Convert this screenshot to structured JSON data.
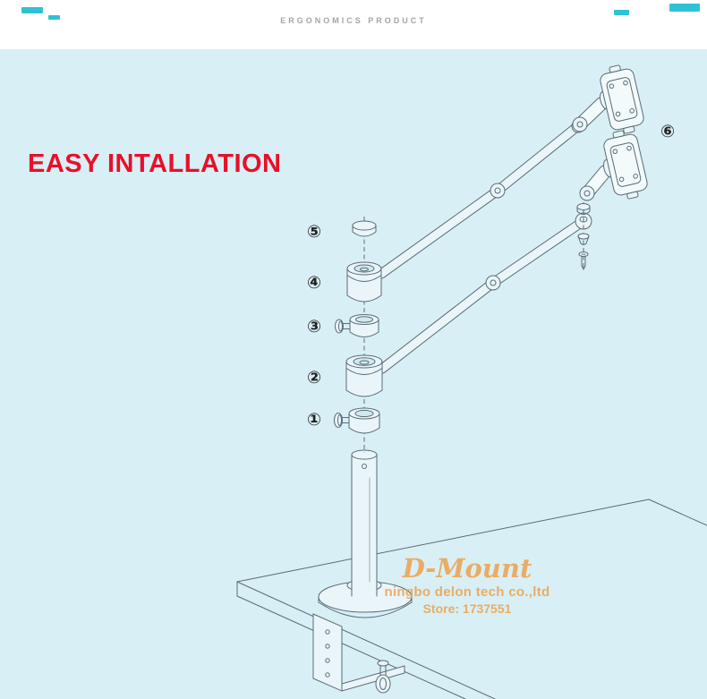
{
  "header": {
    "label": "ERGONOMICS PRODUCT"
  },
  "main": {
    "title": "EASY INTALLATION"
  },
  "diagram": {
    "labels": [
      "①",
      "②",
      "③",
      "④",
      "⑤",
      "⑥"
    ]
  },
  "watermark": {
    "brand": "D-Mount",
    "company": "ningbo delon tech co.,ltd",
    "store": "Store: 1737551"
  },
  "colors": {
    "canvas_background": "#d8eff5",
    "header_background": "#ffffff",
    "accent_cyan": "#2fc2d6",
    "header_text_gray": "#a5a5a5",
    "title_red": "#e8102a",
    "line_art": "#5a6c76",
    "watermark_orange": "#ef9c40"
  }
}
